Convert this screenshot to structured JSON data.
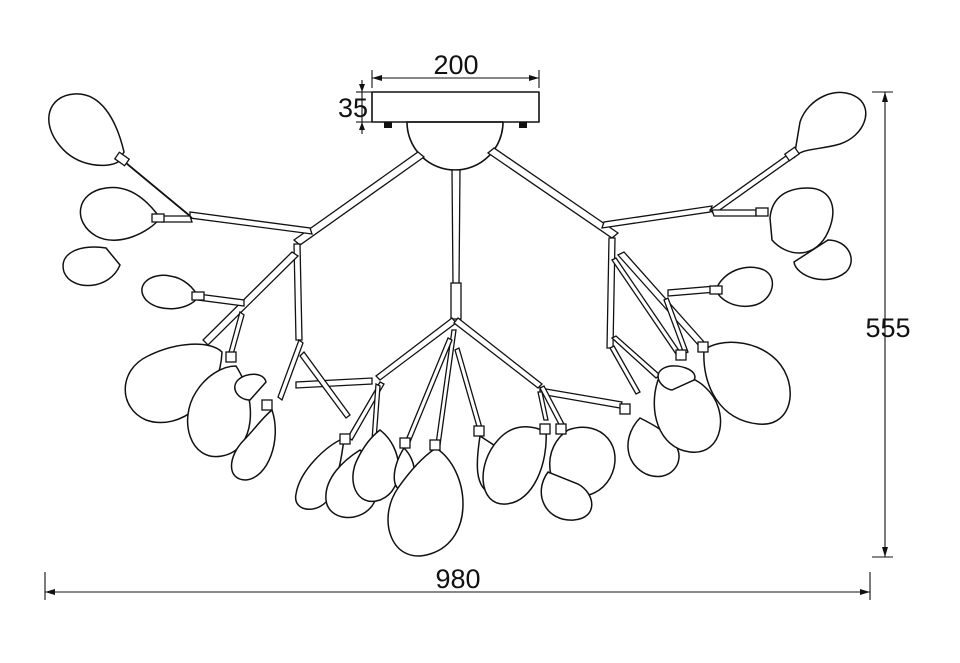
{
  "dimensions": {
    "mount_width": "200",
    "mount_height": "35",
    "total_height": "555",
    "total_width": "980"
  }
}
